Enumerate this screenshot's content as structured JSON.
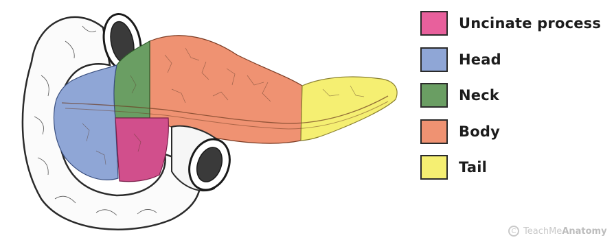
{
  "legend": {
    "items": [
      {
        "label": "Uncinate process",
        "color": "#e8609c"
      },
      {
        "label": "Head",
        "color": "#8fa6d6"
      },
      {
        "label": "Neck",
        "color": "#6a9e63"
      },
      {
        "label": "Body",
        "color": "#ef9272"
      },
      {
        "label": "Tail",
        "color": "#f5ef72"
      }
    ]
  },
  "watermark": {
    "symbol": "C",
    "text_regular": "TeachMe",
    "text_bold": "Anatomy"
  }
}
